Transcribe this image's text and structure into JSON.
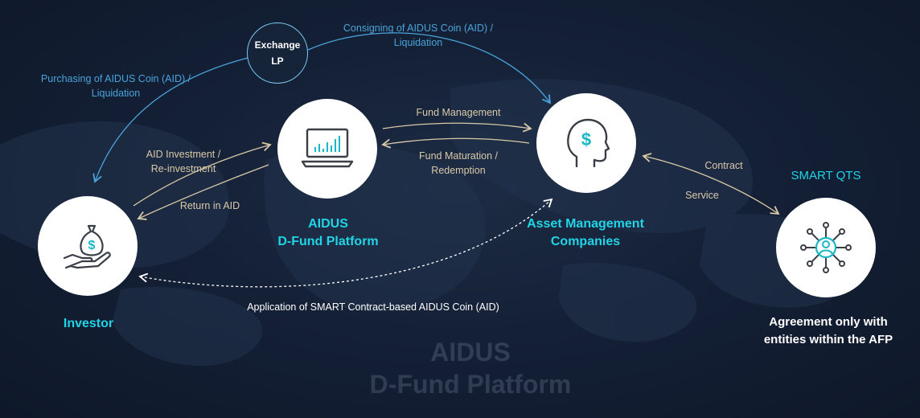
{
  "nodes": {
    "exchange_line1": "Exchange",
    "exchange_line2": "LP",
    "platform_line1": "AIDUS",
    "platform_line2": "D-Fund Platform",
    "amc_line1": "Asset Management",
    "amc_line2": "Companies",
    "investor": "Investor",
    "smart_qts": "SMART QTS",
    "agreement_line1": "Agreement only with",
    "agreement_line2": "entities within the AFP"
  },
  "edges": {
    "consigning_line1": "Consigning of AIDUS Coin (AID) /",
    "consigning_line2": "Liquidation",
    "purchasing_line1": "Purchasing of AIDUS Coin (AID) /",
    "purchasing_line2": "Liquidation",
    "fund_management": "Fund Management",
    "fund_maturation_line1": "Fund Maturation /",
    "fund_maturation_line2": "Redemption",
    "aid_investment_line1": "AID Investment /",
    "aid_investment_line2": "Re-investment",
    "return_in_aid": "Return in AID",
    "contract": "Contract",
    "service": "Service",
    "smart_contract_application": "Application of SMART Contract-based AIDUS Coin (AID)"
  },
  "watermark": {
    "line1": "AIDUS",
    "line2": "D-Fund Platform"
  },
  "icons": {
    "platform": "laptop-chart-icon",
    "amc": "head-dollar-icon",
    "investor": "hand-moneybag-icon",
    "smart_qts": "network-user-icon"
  },
  "colors": {
    "background": "#142036",
    "blue_arrow": "#4aa3db",
    "gold_arrow": "#d9c9a8",
    "cyan_text": "#21d4e6",
    "icon_teal": "#1ab8c7",
    "icon_dark": "#3a3f47"
  }
}
